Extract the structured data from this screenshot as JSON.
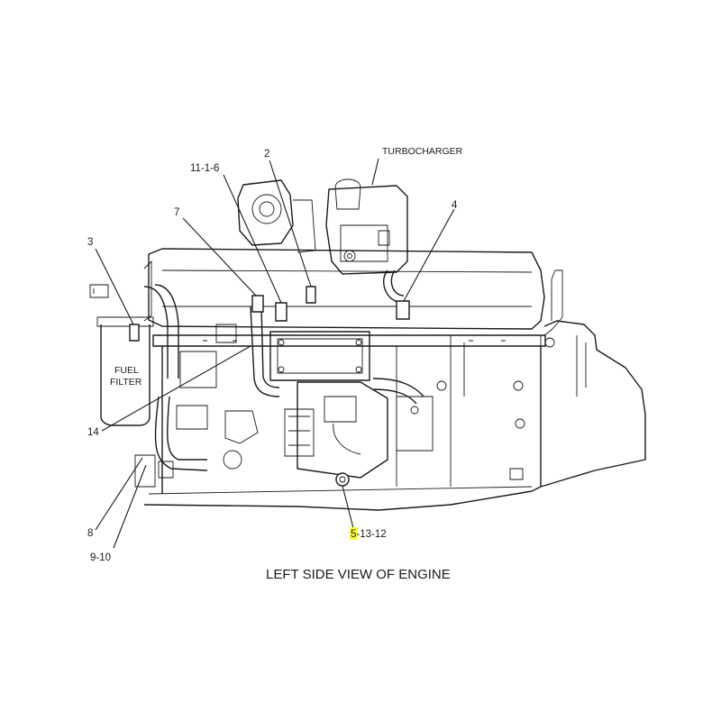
{
  "caption": "LEFT SIDE VIEW OF ENGINE",
  "component_labels": {
    "turbocharger": "TURBOCHARGER",
    "fuel_filter_line1": "FUEL",
    "fuel_filter_line2": "FILTER"
  },
  "callouts": {
    "c2": "2",
    "c11_1_6": "11-1-6",
    "c7": "7",
    "c3": "3",
    "c4": "4",
    "c14": "14",
    "c8": "8",
    "c9_10": "9-10",
    "c5_part": "5",
    "c13_12_part": "-13-12"
  },
  "colors": {
    "line": "#1a1a1a",
    "highlight": "#ffff33",
    "background": "#ffffff"
  }
}
